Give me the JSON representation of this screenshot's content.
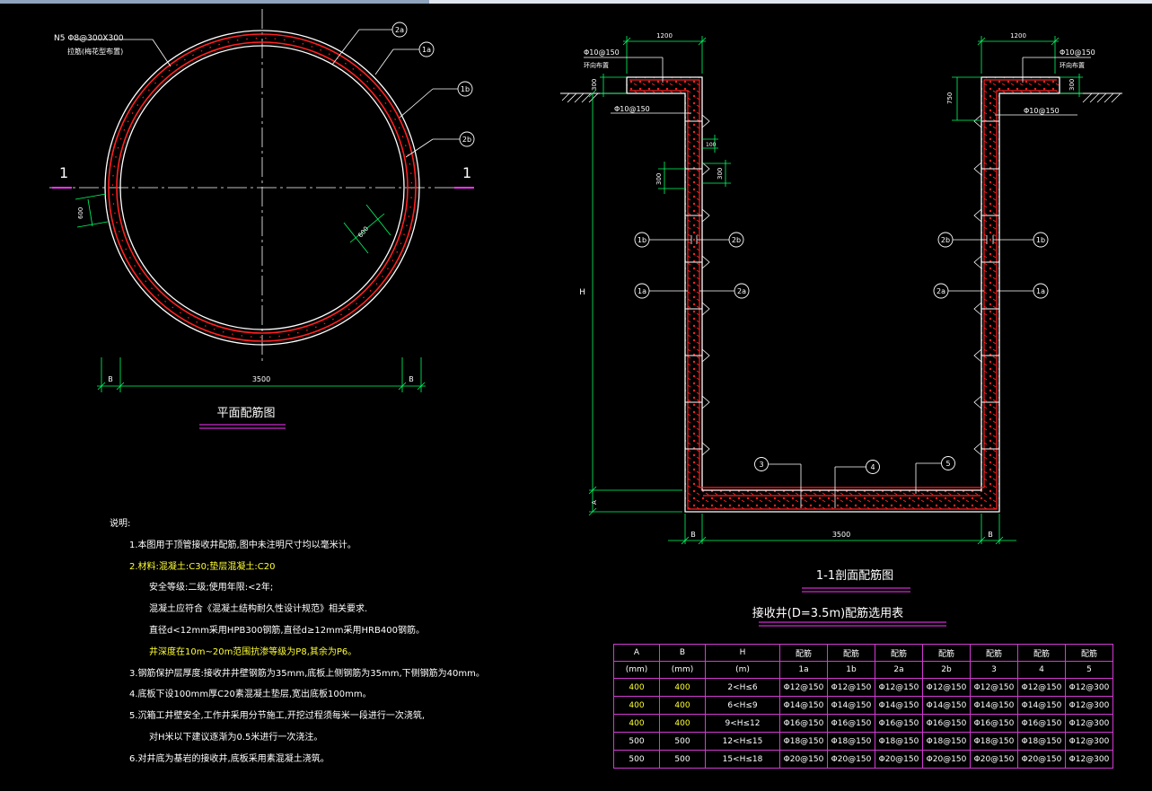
{
  "colors": {
    "background": "#000000",
    "line": "#ffffff",
    "dim": "#00ff66",
    "rebar": "#ff2020",
    "accent": "#ff33ff",
    "highlight": "#ffff33",
    "table_border": "#d33ad3"
  },
  "plan": {
    "title": "平面配筋图",
    "note_n5_line1": "N5   Φ8@300X300",
    "note_n5_line2": "拉筋(梅花型布置)",
    "section_mark_left": "1",
    "section_mark_right": "1",
    "dim_600_left": "600",
    "dim_600_right": "600",
    "dim_b_left": "B",
    "dim_3500": "3500",
    "dim_b_right": "B",
    "tag_2a": "2a",
    "tag_1a": "1a",
    "tag_1b": "1b",
    "tag_2b": "2b"
  },
  "section": {
    "title": "1-1剖面配筋图",
    "dim_1200_left": "1200",
    "dim_1200_right": "1200",
    "rebar_top_left": "Φ10@150",
    "ring_beam_left": "环向布置",
    "rebar_top_right": "Φ10@150",
    "ring_beam_right": "环向布置",
    "dim_300_left": "300",
    "dim_300_right": "300",
    "rebar_inner_left": "Φ10@150",
    "rebar_inner_right": "Φ10@150",
    "dim_750": "750",
    "dim_100": "100",
    "dim_300_a": "300",
    "dim_300_b": "300",
    "dim_h": "H",
    "dim_a": "A",
    "dim_b_left": "B",
    "dim_3500": "3500",
    "dim_b_right": "B",
    "tag_1b": "1b",
    "tag_2b": "2b",
    "tag_1a": "1a",
    "tag_2a": "2a",
    "tag_3": "3",
    "tag_4": "4",
    "tag_5": "5"
  },
  "notes": {
    "heading": "说明:",
    "lines": [
      {
        "text": "1.本图用于顶管接收井配筋,图中未注明尺寸均以毫米计。",
        "highlight": false
      },
      {
        "text": "2.材料:混凝土:C30;垫层混凝土:C20",
        "highlight": true
      },
      {
        "text": "安全等级:二级;使用年限:<2年;",
        "highlight": false
      },
      {
        "text": "混凝土应符合《混凝土结构耐久性设计规范》相关要求.",
        "highlight": false
      },
      {
        "text": "直径d<12mm采用HPB300钢筋,直径d≥12mm采用HRB400钢筋。",
        "highlight": false
      },
      {
        "text": "井深度在10m~20m范围抗渗等级为P8,其余为P6。",
        "highlight": true
      },
      {
        "text": "3.钢筋保护层厚度:接收井井壁钢筋为35mm,底板上侧钢筋为35mm,下侧钢筋为40mm。",
        "highlight": false
      },
      {
        "text": "4.底板下设100mm厚C20素混凝土垫层,宽出底板100mm。",
        "highlight": false
      },
      {
        "text": "5.沉箱工井壁安全,工作井采用分节施工,开挖过程须每米一段进行一次浇筑,",
        "highlight": false
      },
      {
        "text": "对H米以下建议逐渐为0.5米进行一次浇注。",
        "highlight": false
      },
      {
        "text": "6.对井底为基岩的接收井,底板采用素混凝土浇筑。",
        "highlight": false
      }
    ]
  },
  "table": {
    "title": "接收井(D=3.5m)配筋选用表",
    "header_row1": [
      "A",
      "B",
      "H",
      "配筋",
      "配筋",
      "配筋",
      "配筋",
      "配筋",
      "配筋",
      "配筋"
    ],
    "header_row2": [
      "(mm)",
      "(mm)",
      "(m)",
      "1a",
      "1b",
      "2a",
      "2b",
      "3",
      "4",
      "5"
    ],
    "rows": [
      [
        "400",
        "400",
        "2<H≤6",
        "Φ12@150",
        "Φ12@150",
        "Φ12@150",
        "Φ12@150",
        "Φ12@150",
        "Φ12@150",
        "Φ12@300"
      ],
      [
        "400",
        "400",
        "6<H≤9",
        "Φ14@150",
        "Φ14@150",
        "Φ14@150",
        "Φ14@150",
        "Φ14@150",
        "Φ14@150",
        "Φ12@300"
      ],
      [
        "400",
        "400",
        "9<H≤12",
        "Φ16@150",
        "Φ16@150",
        "Φ16@150",
        "Φ16@150",
        "Φ16@150",
        "Φ16@150",
        "Φ12@300"
      ],
      [
        "500",
        "500",
        "12<H≤15",
        "Φ18@150",
        "Φ18@150",
        "Φ18@150",
        "Φ18@150",
        "Φ18@150",
        "Φ18@150",
        "Φ12@300"
      ],
      [
        "500",
        "500",
        "15<H≤18",
        "Φ20@150",
        "Φ20@150",
        "Φ20@150",
        "Φ20@150",
        "Φ20@150",
        "Φ20@150",
        "Φ12@300"
      ]
    ],
    "highlight_rows": [
      0,
      1,
      2
    ]
  }
}
